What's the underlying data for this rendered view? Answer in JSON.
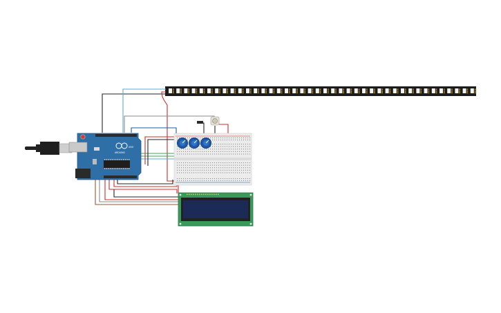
{
  "arduino": {
    "brand": "ARDUINO",
    "model": "UNO"
  },
  "colors": {
    "board_blue": "#2f6fa7",
    "strip_black": "#1c1c1c",
    "breadboard": "#ececec",
    "lcd_pcb": "#3a9a5c",
    "lcd_screen": "#1b2a56",
    "knob_blue": "#1e5aa8",
    "wire_red": "#d62828",
    "wire_black": "#222222",
    "wire_blue": "#5aa9d6",
    "wire_green": "#3aa655",
    "wire_brown": "#a0522d",
    "wire_gray": "#8a8a8a"
  },
  "components": {
    "led_strip": "led-strip",
    "breadboard": "breadboard",
    "lcd": "lcd-16x2",
    "potentiometers": [
      "pot-1",
      "pot-2",
      "pot-3"
    ],
    "usb": "usb-cable"
  }
}
